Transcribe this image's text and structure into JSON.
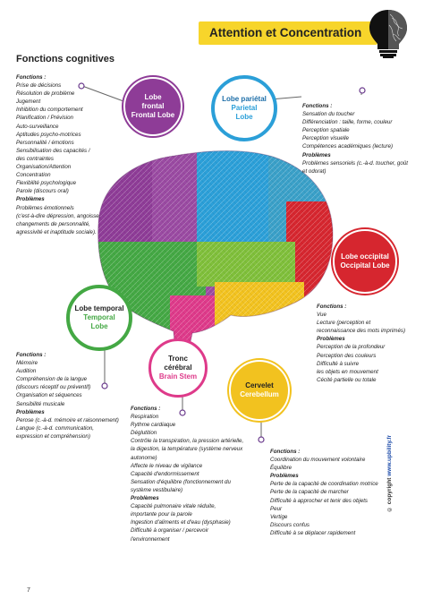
{
  "header": {
    "title": "Attention et Concentration"
  },
  "section_title": "Fonctions cognitives",
  "lobes": {
    "frontal": {
      "fr": [
        "Lobe",
        "frontal"
      ],
      "en": "Frontal Lobe",
      "color": "#8e3c97"
    },
    "parietal": {
      "fr": [
        "Lobe pariétal"
      ],
      "en": [
        "Parietal",
        "Lobe"
      ],
      "color": "#2b9fd8"
    },
    "occipital": {
      "fr": [
        "Lobe occipital"
      ],
      "en": "Occipital Lobe",
      "color": "#d6262f"
    },
    "temporal": {
      "fr": [
        "Lobe temporal"
      ],
      "en": [
        "Temporal",
        "Lobe"
      ],
      "color": "#44a844"
    },
    "brainstem": {
      "fr": [
        "Tronc",
        "cérébral"
      ],
      "en": "Brain Stem",
      "color": "#de3a8a"
    },
    "cerebellum": {
      "fr": [
        "Cervelet"
      ],
      "en": "Cerebellum",
      "color": "#f2c21f"
    }
  },
  "blocks": {
    "frontal": [
      {
        "t": "Fonctions :",
        "h": true
      },
      {
        "t": "Prise de décisions"
      },
      {
        "t": "Résolution de problème"
      },
      {
        "t": "Jugement"
      },
      {
        "t": "Inhibition du comportement"
      },
      {
        "t": "Planification / Prévision"
      },
      {
        "t": "Auto-surveillance"
      },
      {
        "t": "Aptitudes psycho-motrices"
      },
      {
        "t": "Personnalité / émotions"
      },
      {
        "t": "Sensibilisation des capacités /"
      },
      {
        "t": " des contraintes"
      },
      {
        "t": "Organisation/Attention"
      },
      {
        "t": "Concentration"
      },
      {
        "t": "Flexibilité psychologique"
      },
      {
        "t": "Parole (discours oral)"
      },
      {
        "t": "Problèmes",
        "h": true
      },
      {
        "t": "Problèmes émotionnels"
      },
      {
        "t": "(c'est-à-dire dépression, angoisse,"
      },
      {
        "t": "changements de personnalité,"
      },
      {
        "t": "agressivité et inaptitude sociale)."
      }
    ],
    "parietal": [
      {
        "t": "Fonctions :",
        "h": true
      },
      {
        "t": "Sensation du toucher"
      },
      {
        "t": "Différenciation : taille, forme, couleur"
      },
      {
        "t": "Perception spatiale"
      },
      {
        "t": "Perception visuelle"
      },
      {
        "t": "Compétences académiques (lecture)"
      },
      {
        "t": "Problèmes",
        "h": true
      },
      {
        "t": "Problèmes sensoriels (c.-à-d. toucher, goût"
      },
      {
        "t": "et odorat)"
      }
    ],
    "occipital": [
      {
        "t": "Fonctions :",
        "h": true
      },
      {
        "t": "Vue"
      },
      {
        "t": "Lecture (perception et"
      },
      {
        "t": "reconnaissance des mots imprimés)"
      },
      {
        "t": "Problèmes",
        "h": true
      },
      {
        "t": "Perception de la profondeur"
      },
      {
        "t": "Perception des couleurs"
      },
      {
        "t": "Difficulté à suivre"
      },
      {
        "t": " les objets en mouvement"
      },
      {
        "t": "Cécité partielle ou totale"
      }
    ],
    "temporal": [
      {
        "t": "Fonctions :",
        "h": true
      },
      {
        "t": "Mémoire"
      },
      {
        "t": "Audition"
      },
      {
        "t": "Compréhension de la langue"
      },
      {
        "t": "(discours réceptif ou préventif)"
      },
      {
        "t": "Organisation et séquences"
      },
      {
        "t": "Sensibilité musicale"
      },
      {
        "t": "Problèmes",
        "h": true
      },
      {
        "t": "Perose (c.-à-d. mémoire et raisonnement)"
      },
      {
        "t": "Langue (c.-à-d. communication,"
      },
      {
        "t": "expression et compréhension)"
      }
    ],
    "brainstem": [
      {
        "t": "Fonctions :",
        "h": true
      },
      {
        "t": "Respiration"
      },
      {
        "t": "Rythme cardiaque"
      },
      {
        "t": "Déglutition"
      },
      {
        "t": "Contrôle la transpiration, la pression artérielle,"
      },
      {
        "t": "la digestion, la température (système nerveux"
      },
      {
        "t": "autonome)"
      },
      {
        "t": "Affecte le niveau de vigilance"
      },
      {
        "t": "Capacité d'endormissement"
      },
      {
        "t": "Sensation d'équilibre (fonctionnement du"
      },
      {
        "t": "système vestibulaire)"
      },
      {
        "t": "Problèmes",
        "h": true
      },
      {
        "t": "Capacité pulmonaire vitale réduite,"
      },
      {
        "t": "importante pour la parole"
      },
      {
        "t": "Ingestion d'aliments et d'eau (dysphasie)"
      },
      {
        "t": "Difficulté à organiser / percevoir"
      },
      {
        "t": "l'environnement"
      }
    ],
    "cerebellum": [
      {
        "t": "Fonctions :",
        "h": true
      },
      {
        "t": "Coordination du mouvement volontaire"
      },
      {
        "t": "Équilibre"
      },
      {
        "t": "Problèmes",
        "h": true
      },
      {
        "t": "Perte de la capacité de coordination motrice"
      },
      {
        "t": "Perte de la capacité de marcher"
      },
      {
        "t": "Difficulté à approcher et tenir des objets"
      },
      {
        "t": "Peur"
      },
      {
        "t": "Vertige"
      },
      {
        "t": "Discours confus"
      },
      {
        "t": "Difficulté à se déplacer rapidement"
      }
    ]
  },
  "copyright": {
    "prefix": "© copyright ",
    "link": "www.upbility.fr"
  },
  "page_number": "7"
}
